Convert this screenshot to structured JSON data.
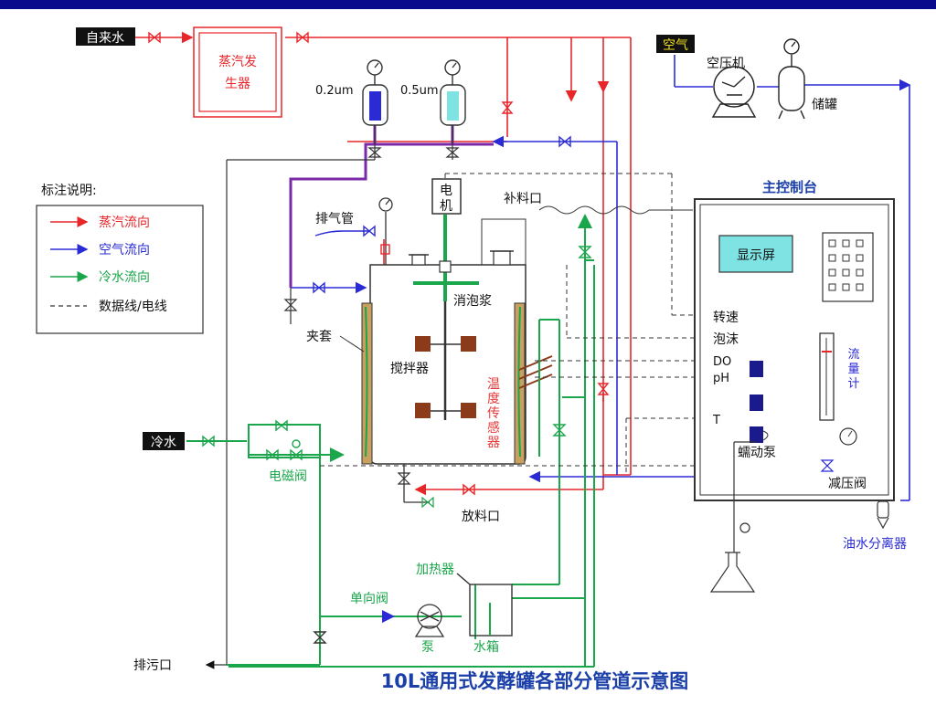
{
  "diagram": {
    "title": "10L通用式发酵罐各部分管道示意图",
    "colors": {
      "top_bar": "#0a0a8c",
      "steam": "#e8262a",
      "air": "#2b2bd6",
      "water": "#1aa64a",
      "pipe_purple": "#7a2aa8",
      "sensor_red": "#e83a3a",
      "label_green": "#1aa64a",
      "paddle": "#8b3a1a",
      "jacket": "#c8a060",
      "screen": "#7fe3e3",
      "black_label_bg": "#111111",
      "title_blue": "#1a3fa8"
    },
    "labels": {
      "tap_water": "自来水",
      "steam_gen_line1": "蒸汽发",
      "steam_gen_line2": "生器",
      "filter1": "0.2um",
      "filter2": "0.5um",
      "air": "空气",
      "compressor": "空压机",
      "tank": "储罐",
      "motor_line1": "电",
      "motor_line2": "机",
      "feed_port": "补料口",
      "exhaust": "排气管",
      "defoam": "消泡浆",
      "jacket": "夹套",
      "agitator": "搅拌器",
      "temp_sensor_1": "温",
      "temp_sensor_2": "度",
      "temp_sensor_3": "传",
      "temp_sensor_4": "感",
      "temp_sensor_5": "器",
      "cold_water": "冷水",
      "solenoid_valve": "电磁阀",
      "discharge": "放料口",
      "heater": "加热器",
      "check_valve": "单向阀",
      "pump": "泵",
      "water_tank": "水箱",
      "drain": "排污口",
      "console": "主控制台",
      "screen": "显示屏",
      "speed": "转速",
      "foam": "泡沫",
      "do": "DO",
      "ph": "pH",
      "t": "T",
      "peristaltic": "蠕动泵",
      "flowmeter_1": "流",
      "flowmeter_2": "量",
      "flowmeter_3": "计",
      "reducing_valve": "减压阀",
      "separator": "油水分离器"
    },
    "legend": {
      "title": "标注说明:",
      "steam": "蒸汽流向",
      "air": "空气流向",
      "water": "冷水流向",
      "data": "数据线/电线"
    }
  }
}
